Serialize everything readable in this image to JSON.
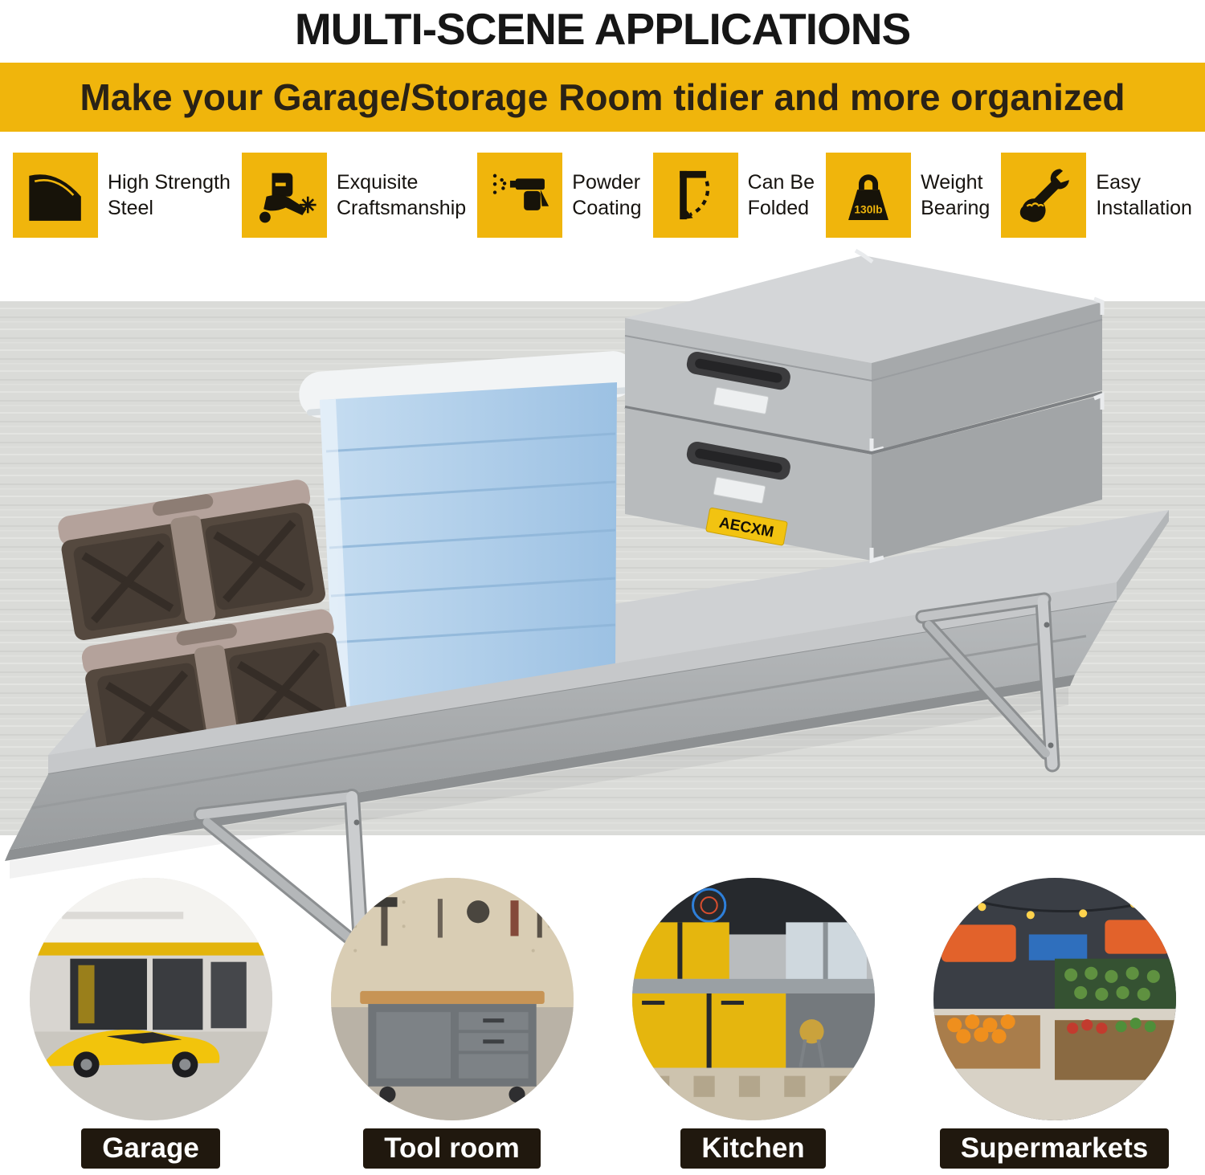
{
  "colors": {
    "accent_yellow": "#F0B50C",
    "banner_text": "#2A2216",
    "title_text": "#161616",
    "scene_label_bg": "#20180E",
    "scene_label_text": "#FFFFFF",
    "wall_gray": "#DADBD8"
  },
  "header": {
    "title": "MULTI-SCENE APPLICATIONS",
    "banner": "Make your Garage/Storage Room tidier and more organized"
  },
  "features": [
    {
      "icon": "steel-plate-icon",
      "line1": "High Strength",
      "line2": "Steel"
    },
    {
      "icon": "welding-icon",
      "line1": "Exquisite",
      "line2": "Craftsmanship"
    },
    {
      "icon": "spray-gun-icon",
      "line1": "Powder",
      "line2": "Coating"
    },
    {
      "icon": "fold-bracket-icon",
      "line1": "Can Be",
      "line2": "Folded"
    },
    {
      "icon": "weight-icon",
      "line1": "Weight",
      "line2": "Bearing",
      "badge": "130lb"
    },
    {
      "icon": "wrench-hand-icon",
      "line1": "Easy",
      "line2": "Installation"
    }
  ],
  "product": {
    "brand": "AECXM",
    "description": "wall-mounted foldable steel shelf holding tool cases, a blue storage bin and two gray storage boxes"
  },
  "scenes": [
    {
      "label": "Garage"
    },
    {
      "label": "Tool room"
    },
    {
      "label": "Kitchen"
    },
    {
      "label": "Supermarkets"
    }
  ]
}
